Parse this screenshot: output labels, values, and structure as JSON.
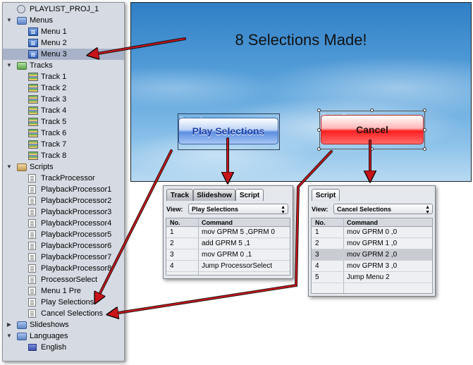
{
  "tree": {
    "rows": [
      {
        "id": "proj",
        "label": "PLAYLIST_PROJ_1",
        "icon": "disc-icon",
        "indent": 0,
        "expander": "none",
        "selected": false
      },
      {
        "id": "menus",
        "label": "Menus",
        "icon": "folder-icon",
        "indent": 0,
        "expander": "open",
        "selected": false
      },
      {
        "id": "menu1",
        "label": "Menu 1",
        "icon": "menu-icon",
        "indent": 1,
        "expander": "none",
        "selected": false
      },
      {
        "id": "menu2",
        "label": "Menu 2",
        "icon": "menu-icon",
        "indent": 1,
        "expander": "none",
        "selected": false
      },
      {
        "id": "menu3",
        "label": "Menu 3",
        "icon": "menu-icon",
        "indent": 1,
        "expander": "none",
        "selected": true
      },
      {
        "id": "tracks",
        "label": "Tracks",
        "icon": "green-folder-icon",
        "indent": 0,
        "expander": "open",
        "selected": false
      },
      {
        "id": "track1",
        "label": "Track 1",
        "icon": "track-icon",
        "indent": 1,
        "expander": "none",
        "selected": false
      },
      {
        "id": "track2",
        "label": "Track 2",
        "icon": "track-icon",
        "indent": 1,
        "expander": "none",
        "selected": false
      },
      {
        "id": "track3",
        "label": "Track 3",
        "icon": "track-icon",
        "indent": 1,
        "expander": "none",
        "selected": false
      },
      {
        "id": "track4",
        "label": "Track 4",
        "icon": "track-icon",
        "indent": 1,
        "expander": "none",
        "selected": false
      },
      {
        "id": "track5",
        "label": "Track 5",
        "icon": "track-icon",
        "indent": 1,
        "expander": "none",
        "selected": false
      },
      {
        "id": "track6",
        "label": "Track 6",
        "icon": "track-icon",
        "indent": 1,
        "expander": "none",
        "selected": false
      },
      {
        "id": "track7",
        "label": "Track 7",
        "icon": "track-icon",
        "indent": 1,
        "expander": "none",
        "selected": false
      },
      {
        "id": "track8",
        "label": "Track 8",
        "icon": "track-icon",
        "indent": 1,
        "expander": "none",
        "selected": false
      },
      {
        "id": "scripts",
        "label": "Scripts",
        "icon": "tan-folder-icon",
        "indent": 0,
        "expander": "open",
        "selected": false
      },
      {
        "id": "s_tp",
        "label": "TrackProcessor",
        "icon": "script-icon",
        "indent": 1,
        "expander": "none",
        "selected": false
      },
      {
        "id": "s_pp1",
        "label": "PlaybackProcessor1",
        "icon": "script-icon",
        "indent": 1,
        "expander": "none",
        "selected": false
      },
      {
        "id": "s_pp2",
        "label": "PlaybackProcessor2",
        "icon": "script-icon",
        "indent": 1,
        "expander": "none",
        "selected": false
      },
      {
        "id": "s_pp3",
        "label": "PlaybackProcessor3",
        "icon": "script-icon",
        "indent": 1,
        "expander": "none",
        "selected": false
      },
      {
        "id": "s_pp4",
        "label": "PlaybackProcessor4",
        "icon": "script-icon",
        "indent": 1,
        "expander": "none",
        "selected": false
      },
      {
        "id": "s_pp5",
        "label": "PlaybackProcessor5",
        "icon": "script-icon",
        "indent": 1,
        "expander": "none",
        "selected": false
      },
      {
        "id": "s_pp6",
        "label": "PlaybackProcessor6",
        "icon": "script-icon",
        "indent": 1,
        "expander": "none",
        "selected": false
      },
      {
        "id": "s_pp7",
        "label": "PlaybackProcessor7",
        "icon": "script-icon",
        "indent": 1,
        "expander": "none",
        "selected": false
      },
      {
        "id": "s_pp8",
        "label": "PlaybackProcessor8",
        "icon": "script-icon",
        "indent": 1,
        "expander": "none",
        "selected": false
      },
      {
        "id": "s_ps",
        "label": "ProcessorSelect",
        "icon": "script-icon",
        "indent": 1,
        "expander": "none",
        "selected": false
      },
      {
        "id": "s_m1",
        "label": "Menu 1 Pre",
        "icon": "script-icon",
        "indent": 1,
        "expander": "none",
        "selected": false
      },
      {
        "id": "s_play",
        "label": "Play Selections",
        "icon": "script-icon",
        "indent": 1,
        "expander": "none",
        "selected": false
      },
      {
        "id": "s_cancel",
        "label": "Cancel Selections",
        "icon": "script-icon",
        "indent": 1,
        "expander": "none",
        "selected": false
      },
      {
        "id": "slideshows",
        "label": "Slideshows",
        "icon": "folder-icon",
        "indent": 0,
        "expander": "closed",
        "selected": false
      },
      {
        "id": "languages",
        "label": "Languages",
        "icon": "folder-icon",
        "indent": 0,
        "expander": "open",
        "selected": false
      },
      {
        "id": "english",
        "label": "English",
        "icon": "flag-icon",
        "indent": 1,
        "expander": "none",
        "selected": false
      }
    ]
  },
  "canvas": {
    "title": "8 Selections Made!",
    "play_button": {
      "label": "Play Selections",
      "tag": "Button 1"
    },
    "cancel_button": {
      "label": "Cancel",
      "tag": "Button 2"
    }
  },
  "panel_left": {
    "tabs": [
      "Track",
      "Slideshow",
      "Script"
    ],
    "active_tab": "Script",
    "view_label": "View:",
    "view_value": "Play Selections",
    "columns": [
      "No.",
      "Command"
    ],
    "rows": [
      {
        "no": "1",
        "cmd": "mov GPRM 5 ,GPRM 0"
      },
      {
        "no": "2",
        "cmd": "add GPRM 5 ,1"
      },
      {
        "no": "3",
        "cmd": "mov GPRM 0 ,1"
      },
      {
        "no": "4",
        "cmd": "Jump ProcessorSelect"
      }
    ]
  },
  "panel_right": {
    "tabs": [
      "Script"
    ],
    "active_tab": "Script",
    "view_label": "View:",
    "view_value": "Cancel Selections",
    "columns": [
      "No.",
      "Command"
    ],
    "rows": [
      {
        "no": "1",
        "cmd": "mov GPRM 0 ,0"
      },
      {
        "no": "2",
        "cmd": "mov GPRM 1 ,0"
      },
      {
        "no": "3",
        "cmd": "mov GPRM 2 ,0",
        "highlight": true
      },
      {
        "no": "4",
        "cmd": "mov GPRM 3 ,0"
      },
      {
        "no": "5",
        "cmd": "Jump Menu 2"
      }
    ]
  },
  "colors": {
    "arrow": "#c8141a",
    "tree_bg": "#d6dbe3",
    "selection": "#a8b3c9"
  }
}
